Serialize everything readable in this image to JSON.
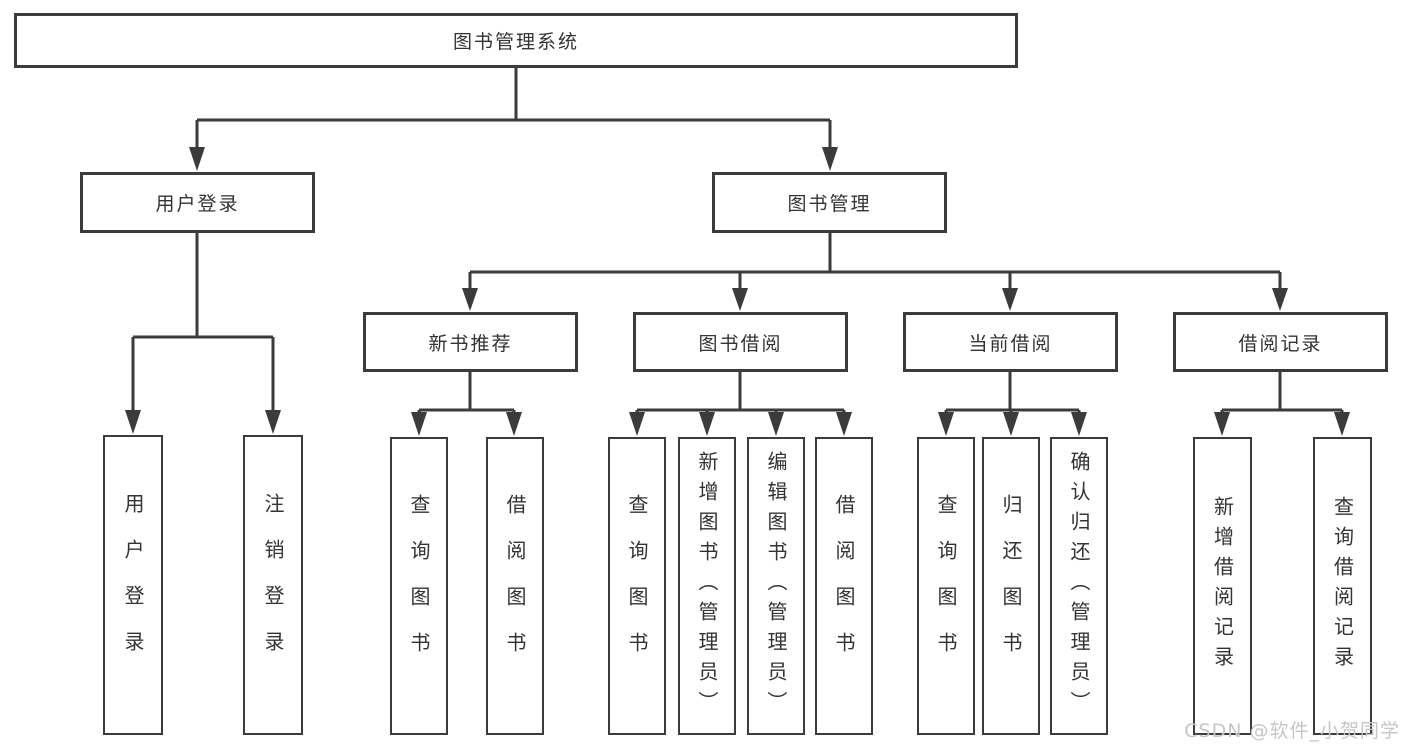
{
  "tree": {
    "root": "图书管理系统",
    "login": {
      "label": "用户登录",
      "children": [
        "用户登录",
        "注销登录"
      ]
    },
    "manage": {
      "label": "图书管理"
    },
    "recommend": {
      "label": "新书推荐",
      "children": [
        "查询图书",
        "借阅图书"
      ]
    },
    "borrow": {
      "label": "图书借阅",
      "children": [
        "查询图书",
        "新增图书（管理员）",
        "编辑图书（管理员）",
        "借阅图书"
      ]
    },
    "current": {
      "label": "当前借阅",
      "children": [
        "查询图书",
        "归还图书",
        "确认归还（管理员）"
      ]
    },
    "records": {
      "label": "借阅记录",
      "children": [
        "新增借阅记录",
        "查询借阅记录"
      ]
    }
  },
  "watermark": "CSDN @软件_小贺同学",
  "colors": {
    "line": "#3b3b3b",
    "text": "#333333",
    "background": "#ffffff",
    "watermark": "#c6c6c6"
  }
}
